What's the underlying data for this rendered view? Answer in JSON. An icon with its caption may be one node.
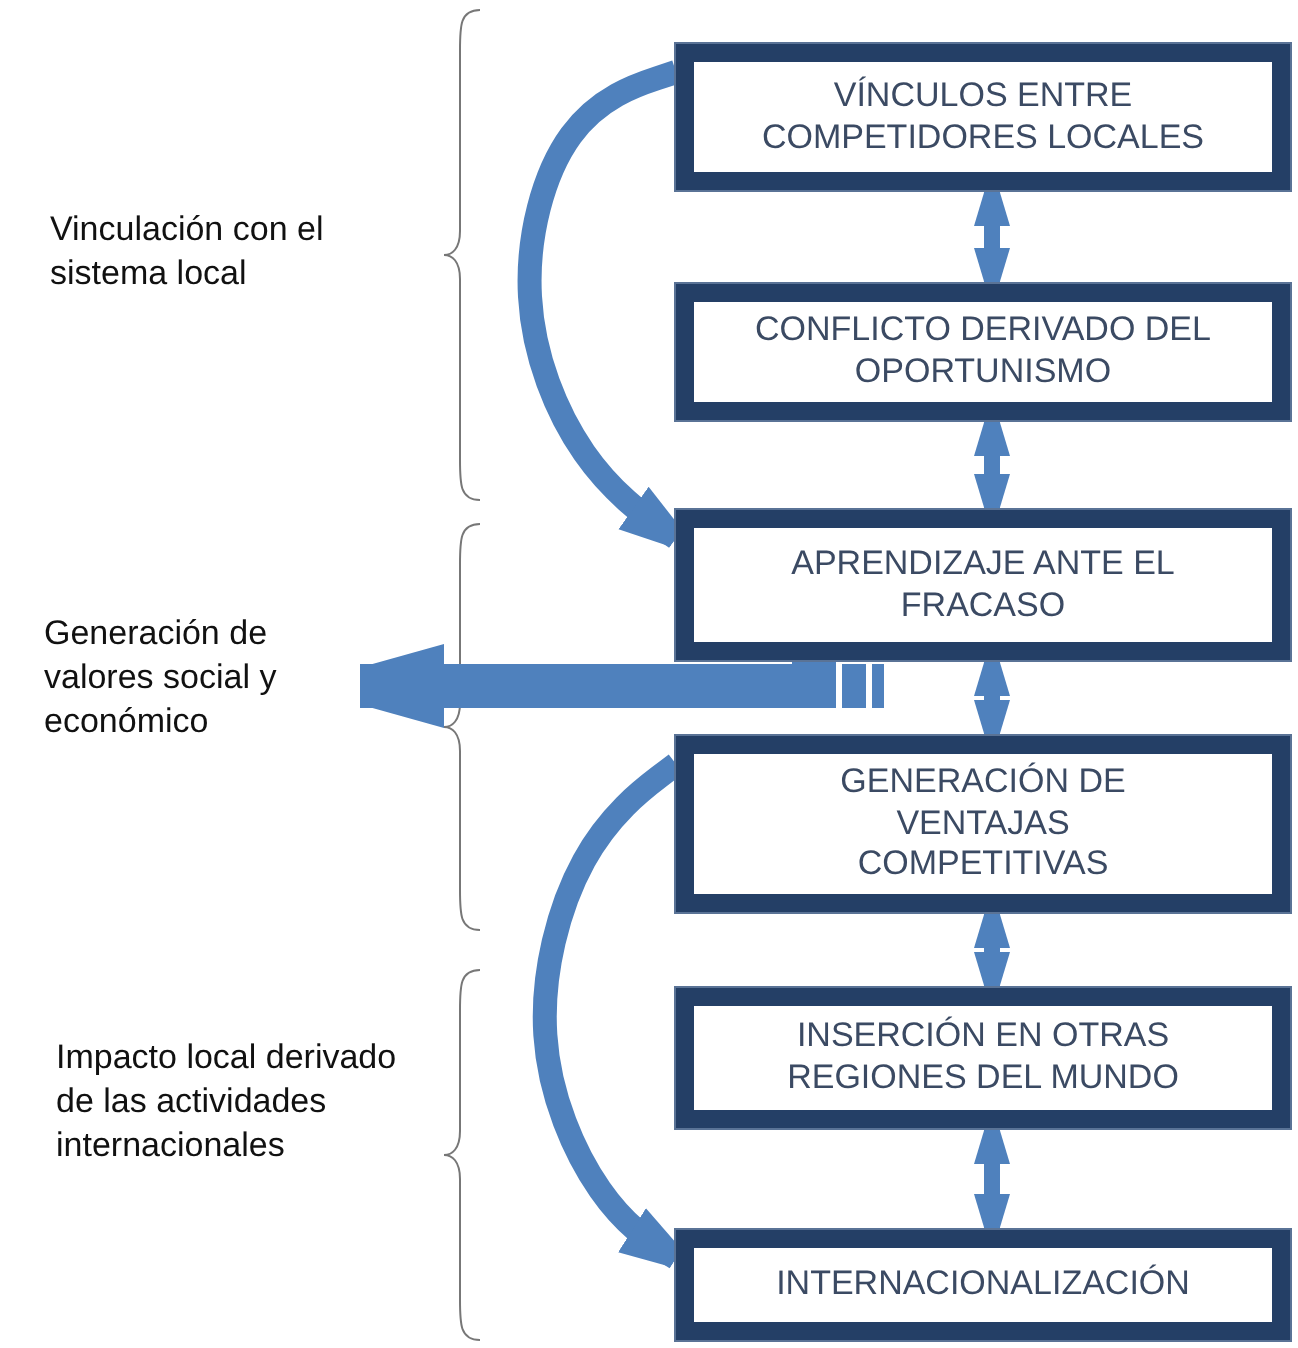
{
  "diagram": {
    "nodes": [
      {
        "text": [
          "VÍNCULOS ENTRE COMPETIDORES LOCALES"
        ]
      },
      {
        "text": [
          "CONFLICTO DERIVADO DEL OPORTUNISMO"
        ]
      },
      {
        "text": [
          "APRENDIZAJE ANTE EL FRACASO"
        ]
      },
      {
        "text": [
          "GENERACIÓN DE VENTAJAS COMPETITIVAS"
        ]
      },
      {
        "text": [
          "INSERCIÓN EN OTRAS REGIONES DEL MUNDO"
        ]
      },
      {
        "text": [
          "INTERNACIONALIZACIÓN"
        ]
      },
      {
        "text": [
          "Generación de valores social y económico"
        ]
      }
    ],
    "edges": [
      {
        "from": 0,
        "to": 1,
        "arrow": "both"
      },
      {
        "from": 1,
        "to": 2,
        "arrow": "both"
      },
      {
        "from": 2,
        "to": 3,
        "arrow": "both"
      },
      {
        "from": 3,
        "to": 4,
        "arrow": "both"
      },
      {
        "from": 4,
        "to": 5,
        "arrow": "both"
      },
      {
        "from": 0,
        "to": 2,
        "arrow": "to"
      },
      {
        "from": 3,
        "to": 5,
        "arrow": "to"
      },
      {
        "from": 2,
        "to": 6,
        "arrow": "to",
        "style": "thick"
      }
    ],
    "labels": [
      "Vinculación con el sistema local",
      "Impacto local derivado de las actividades internacionales"
    ]
  }
}
